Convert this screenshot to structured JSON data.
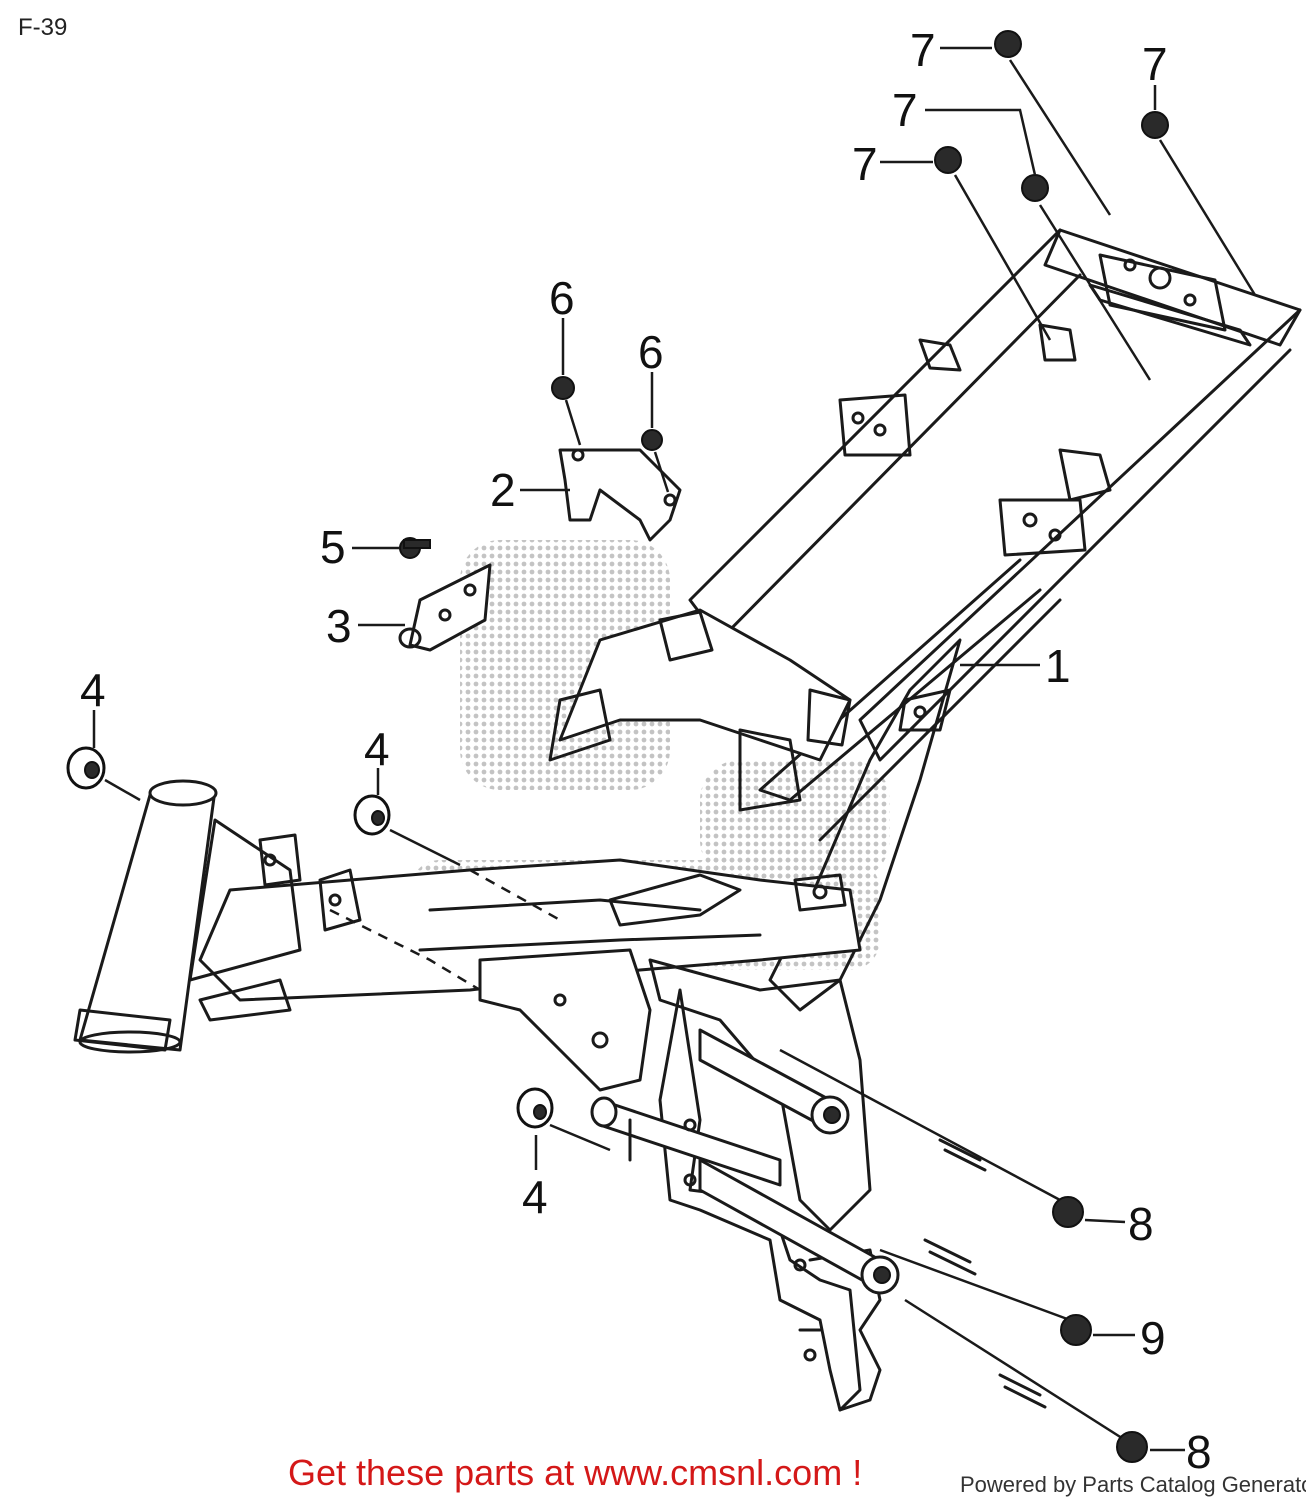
{
  "page": {
    "label": "F-39"
  },
  "callouts": {
    "c1": "1",
    "c2": "2",
    "c3": "3",
    "c4a": "4",
    "c4b": "4",
    "c4c": "4",
    "c5": "5",
    "c6a": "6",
    "c6b": "6",
    "c7a": "7",
    "c7b": "7",
    "c7c": "7",
    "c7d": "7",
    "c8a": "8",
    "c8b": "8",
    "c9": "9"
  },
  "watermark": {
    "text": ""
  },
  "footer": {
    "link_text": "Get these parts at www.cmsnl.com !",
    "credit": "Powered by Parts Catalog Generator"
  },
  "colors": {
    "link": "#d41818",
    "lines": "#1a1a1a",
    "background": "#ffffff"
  }
}
